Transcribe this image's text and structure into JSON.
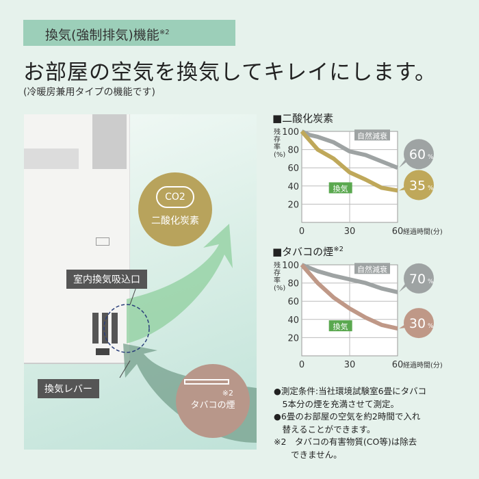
{
  "header": {
    "tag": "換気(強制排気)機能",
    "tag_note": "※2",
    "headline": "お部屋の空気を換気してキレイにします。",
    "subtitle": "(冷暖房兼用タイプの機能です)"
  },
  "illustration": {
    "intake_label": "室内換気吸込口",
    "lever_label": "換気レバー",
    "co2_formula": "CO2",
    "co2_label": "二酸化炭素",
    "smoke_note": "※2",
    "smoke_label": "タバコの煙",
    "co2_color": "#b8a35c",
    "smoke_color": "#b8978a",
    "icons": [
      "cloud-icon",
      "cigarette-icon",
      "arrow-out-icon",
      "arrow-in-icon"
    ]
  },
  "chart_data": [
    {
      "type": "line",
      "title": "■二酸化炭素",
      "ylabel": "残存率(%)",
      "xlabel": "経過時間(分)",
      "xlim": [
        0,
        60
      ],
      "ylim": [
        0,
        100
      ],
      "xticks": [
        "0",
        "30",
        "60"
      ],
      "yticks": [
        "20",
        "40",
        "60",
        "80",
        "100"
      ],
      "grid": true,
      "series": [
        {
          "name": "自然減衰",
          "color": "#9ea3a3",
          "x": [
            0,
            5,
            10,
            20,
            30,
            40,
            50,
            60
          ],
          "y": [
            100,
            96,
            94,
            88,
            78,
            74,
            67,
            60
          ],
          "end_label": "60",
          "unit": "%"
        },
        {
          "name": "換気",
          "color": "#bfa85a",
          "x": [
            0,
            5,
            10,
            20,
            30,
            40,
            50,
            60
          ],
          "y": [
            100,
            90,
            80,
            70,
            55,
            47,
            38,
            35
          ],
          "end_label": "35",
          "unit": "%"
        }
      ]
    },
    {
      "type": "line",
      "title": "■タバコの煙",
      "title_note": "※2",
      "ylabel": "残存率(%)",
      "xlabel": "経過時間(分)",
      "xlim": [
        0,
        60
      ],
      "ylim": [
        0,
        100
      ],
      "xticks": [
        "0",
        "30",
        "60"
      ],
      "yticks": [
        "20",
        "40",
        "60",
        "80",
        "100"
      ],
      "grid": true,
      "series": [
        {
          "name": "自然減衰",
          "color": "#9ea3a3",
          "x": [
            0,
            10,
            20,
            30,
            40,
            50,
            60
          ],
          "y": [
            100,
            93,
            88,
            84,
            80,
            74,
            70
          ],
          "end_label": "70",
          "unit": "%"
        },
        {
          "name": "換気",
          "color": "#bf9887",
          "x": [
            0,
            10,
            20,
            30,
            40,
            50,
            60
          ],
          "y": [
            100,
            80,
            64,
            52,
            42,
            34,
            30
          ],
          "end_label": "30",
          "unit": "%"
        }
      ]
    }
  ],
  "ventilation_label_color": "#5aa84f",
  "notes": [
    "●測定条件:当社環境試験室6畳にタバコ",
    "　5本分の煙を充満させて測定。",
    "●6畳のお部屋の空気を約2時間で入れ",
    "　替えることができます。",
    "※2　タバコの有害物質(CO等)は除去",
    "　　できません。"
  ]
}
